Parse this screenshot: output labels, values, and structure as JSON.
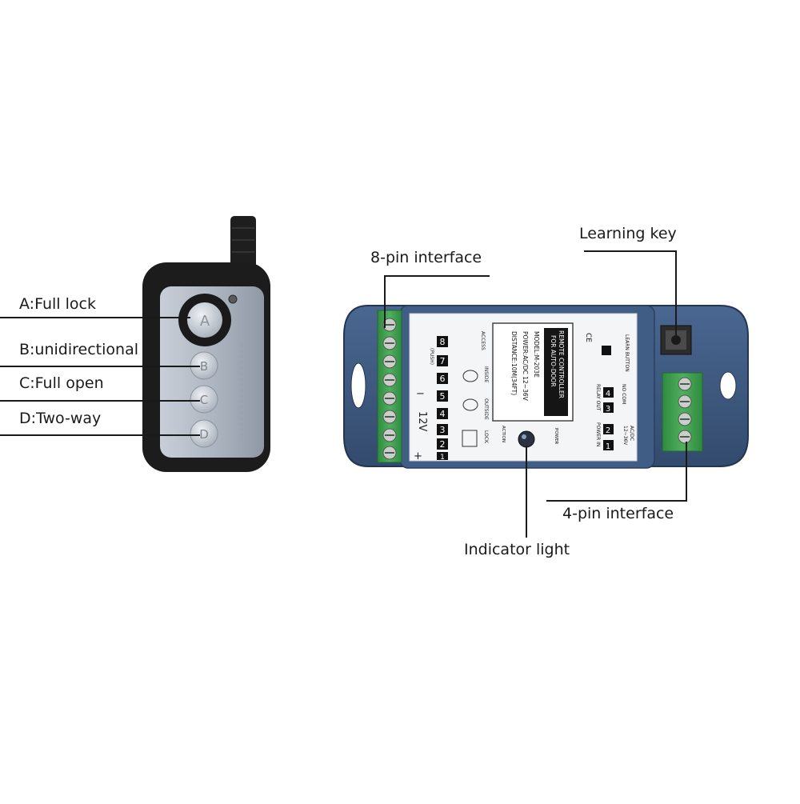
{
  "remote": {
    "callouts": {
      "a": "A:Full lock",
      "b": "B:unidirectional",
      "c": "C:Full open",
      "d": "D:Two-way"
    },
    "button_letters": [
      "A",
      "B",
      "C",
      "D"
    ]
  },
  "controller": {
    "callouts": {
      "pin8": "8-pin interface",
      "learning_key": "Learning key",
      "pin4": "4-pin interface",
      "indicator": "Indicator light"
    },
    "label_panel": {
      "title_line1": "REMOTE CONTROLLER",
      "title_line2": "FOR AUTO-DOOR",
      "model": "MODEL:M-203E",
      "power": "POWER:AC/DC 12~36V",
      "distance": "DISTANCE:10M(34FT)",
      "ce_mark": "CE"
    },
    "left_terminal_numbers": [
      "8",
      "7",
      "6",
      "5",
      "4",
      "3",
      "2",
      "1"
    ],
    "left_texts": {
      "push": "(PUSH)",
      "access": "ACCESS",
      "inside": "INSIDE",
      "outside": "OUTSIDE",
      "lock": "LOCK",
      "voltage": "12V",
      "minus": "−",
      "plus": "+"
    },
    "learn_button_label": "LEARN BUTTON",
    "right_terminal_numbers": [
      "4",
      "3",
      "2",
      "1"
    ],
    "right_texts": {
      "no_com": "NO COM",
      "relay_out": "RELAY OUT",
      "power_in": "POWER IN",
      "ac_dc": "AC/DC",
      "range": "12~36V"
    },
    "indicator_texts": {
      "action": "ACTION",
      "power": "POWER"
    }
  },
  "colors": {
    "housing": "#3f5a80",
    "housing_dark": "#2c4262",
    "terminal_green": "#3f9a4e",
    "remote_shell": "#1c1c1c",
    "remote_face": "#aeb6c1",
    "leader_line": "#1a1a1a"
  }
}
